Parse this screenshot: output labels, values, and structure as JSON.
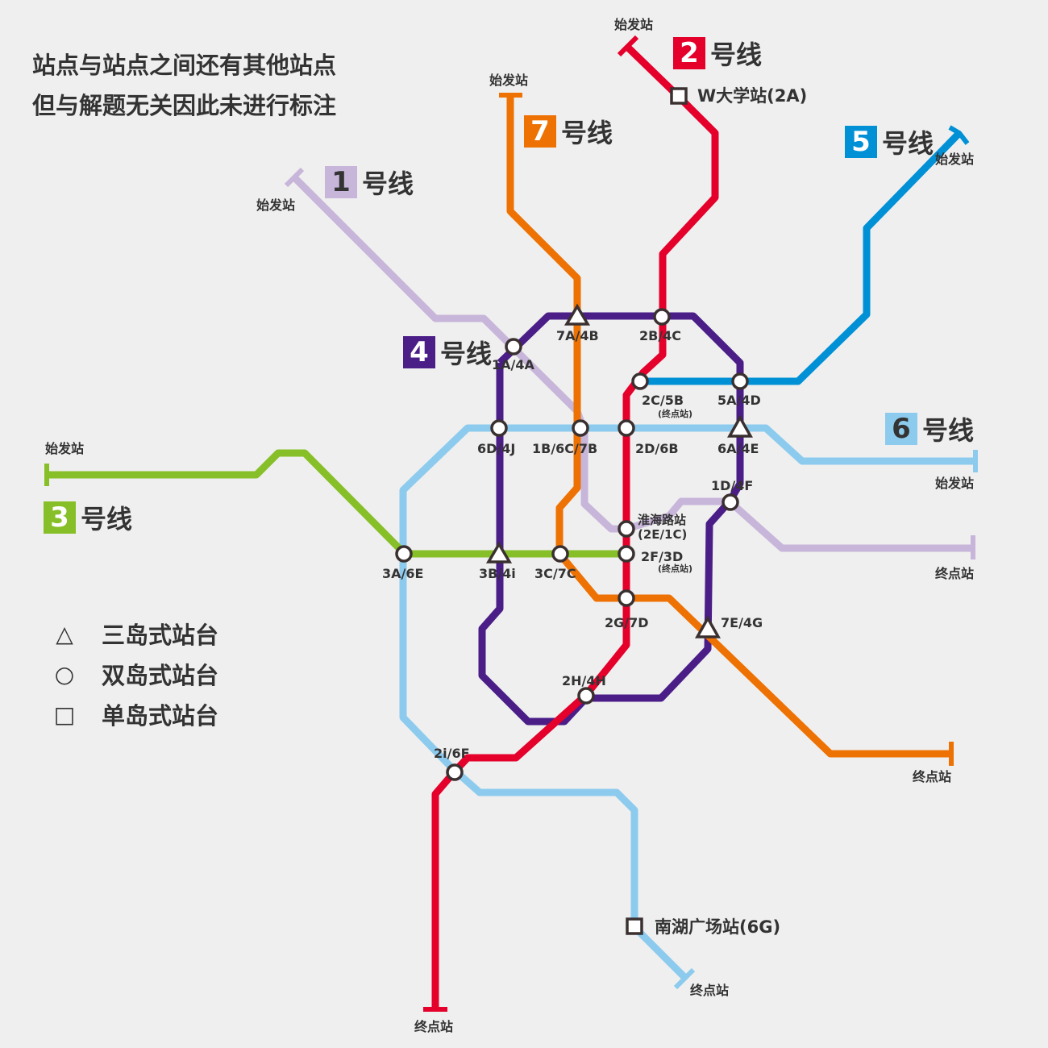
{
  "note": [
    "站点与站点之间还有其他站点",
    "但与解题无关因此未进行标注"
  ],
  "lines": [
    {
      "num": "1",
      "suffix": "号线",
      "color": "#c7b5da"
    },
    {
      "num": "2",
      "suffix": "号线",
      "color": "#e4002b"
    },
    {
      "num": "3",
      "suffix": "号线",
      "color": "#86bf27"
    },
    {
      "num": "4",
      "suffix": "号线",
      "color": "#4a1d87"
    },
    {
      "num": "5",
      "suffix": "号线",
      "color": "#0090d6"
    },
    {
      "num": "6",
      "suffix": "号线",
      "color": "#8dcbee"
    },
    {
      "num": "7",
      "suffix": "号线",
      "color": "#ee7203"
    }
  ],
  "terminals": {
    "start": "始发站",
    "end": "终点站"
  },
  "stations": {
    "w": "W大学站(2A)",
    "s7a": "7A/4B",
    "s2b": "2B/4C",
    "s1a": "1A/4A",
    "s2c": "2C/5B",
    "s5a": "5A/4D",
    "endnote": "(终点站)",
    "s6d": "6D/4J",
    "s1b": "1B/6C/7B",
    "s2d": "2D/6B",
    "s6a": "6A/4E",
    "s1d": "1D/4F",
    "huaihai": "淮海路站",
    "s2e": "(2E/1C)",
    "s3a": "3A/6E",
    "s3b": "3B/4i",
    "s3c": "3C/7C",
    "s2f": "2F/3D",
    "s2g": "2G/7D",
    "s7e": "7E/4G",
    "s2h": "2H/4H",
    "s2i": "2i/6F",
    "nanhu": "南湖广场站(6G)"
  },
  "legend": [
    {
      "icon": "triangle-icon",
      "symbol": "△",
      "label": "三岛式站台"
    },
    {
      "icon": "circle-icon",
      "symbol": "○",
      "label": "双岛式站台"
    },
    {
      "icon": "square-icon",
      "symbol": "□",
      "label": "单岛式站台"
    }
  ]
}
